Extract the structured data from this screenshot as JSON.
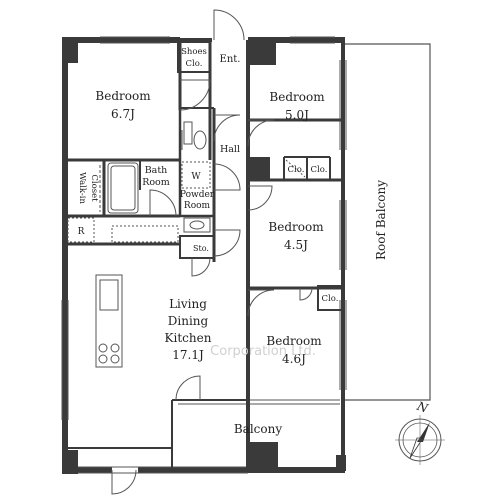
{
  "plan": {
    "rooms": {
      "bedroom_nw": {
        "name": "Bedroom",
        "size": "6.7J"
      },
      "bedroom_ne": {
        "name": "Bedroom",
        "size": "5.0J"
      },
      "bedroom_mid": {
        "name": "Bedroom",
        "size": "4.5J"
      },
      "bedroom_se": {
        "name": "Bedroom",
        "size": "4.6J"
      },
      "ldk": {
        "line1": "Living",
        "line2": "Dining",
        "line3": "Kitchen",
        "size": "17.1J"
      },
      "bath": {
        "line1": "Bath",
        "line2": "Room"
      },
      "powder": {
        "line1": "Powder",
        "line2": "Room"
      },
      "walkin": {
        "line1": "Walk-in",
        "line2": "Closet"
      },
      "shoes": {
        "line1": "Shoes",
        "line2": "Clo."
      },
      "ent": "Ent.",
      "hall": "Hall",
      "sto": "Sto.",
      "clo_a": "Clo.",
      "clo_b": "Clo.",
      "clo_c": "Clo.",
      "washer": "W",
      "fridge": "R",
      "balcony": "Balcony",
      "roof_balcony": "Roof Balcony"
    },
    "compass": {
      "label": "N"
    },
    "watermark": "Corporation Ltd.",
    "colors": {
      "wall": "#3a3a3a",
      "thin": "#555555",
      "text": "#222222"
    }
  }
}
